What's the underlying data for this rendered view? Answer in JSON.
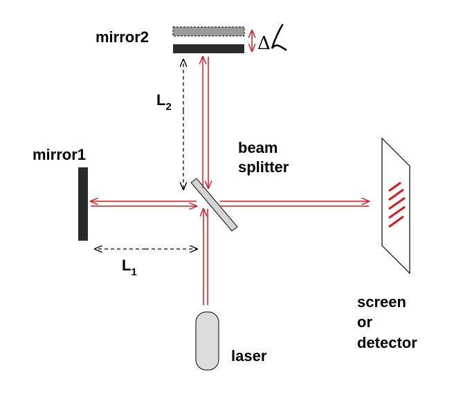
{
  "labels": {
    "mirror2": "mirror2",
    "mirror1": "mirror1",
    "beam_splitter_line1": "beam",
    "beam_splitter_line2": "splitter",
    "screen_line1": "screen",
    "screen_line2": "or",
    "screen_line3": "detector",
    "laser": "laser",
    "L2_main": "L",
    "L2_sub": "2",
    "L1_main": "L",
    "L1_sub": "1",
    "delta_symbol": "Δ"
  },
  "colors": {
    "beam": "#e0151b",
    "mirror": "#2b2b2b",
    "mirror_ghost": "#9a9a9a",
    "splitter": "#d4d4d4",
    "laser": "#dcdcdc",
    "fringe": "#e0151b",
    "outline": "#000000"
  }
}
